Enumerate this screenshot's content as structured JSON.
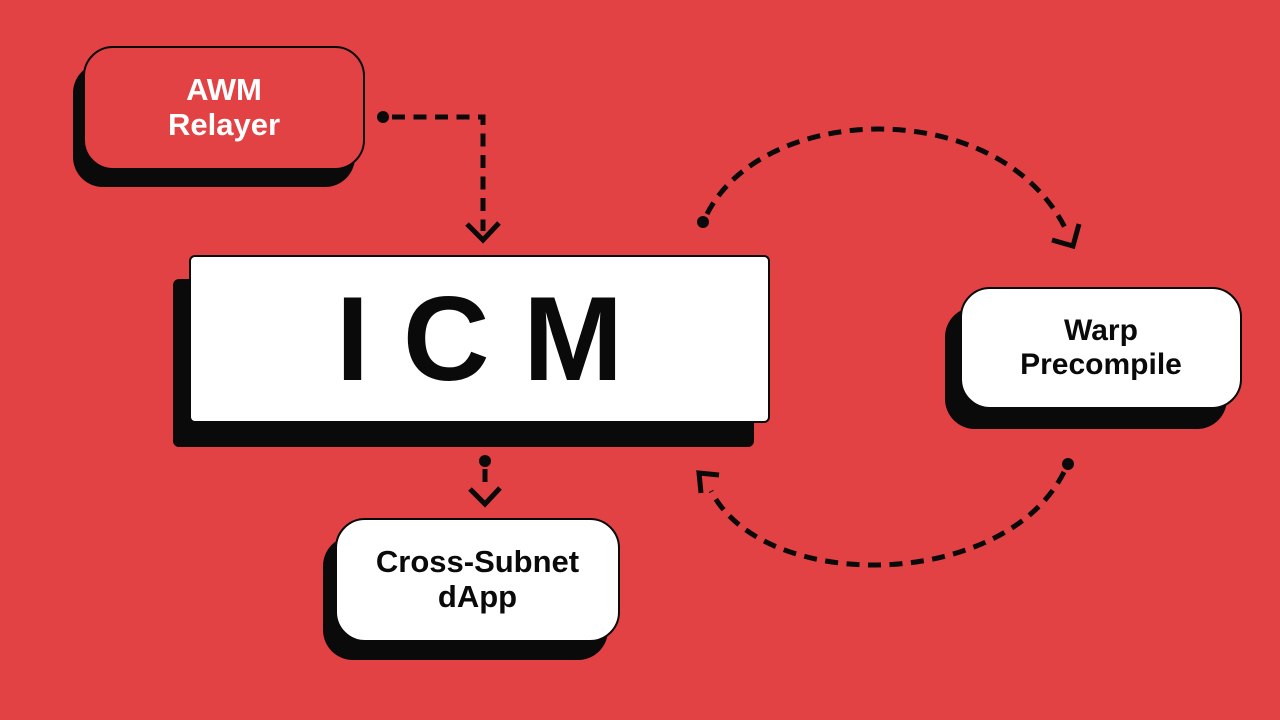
{
  "title": "ICM architecture diagram",
  "colors": {
    "background": "#E24243",
    "ink": "#0A0A0A",
    "node_white": "#FFFFFF",
    "node_red": "#E24243",
    "text_on_red": "#FFFFFF",
    "text_on_white": "#0A0A0A"
  },
  "nodes": {
    "awm_relayer": {
      "line1": "AWM",
      "line2": "Relayer"
    },
    "icm": {
      "label": "ICM"
    },
    "warp_precompile": {
      "line1": "Warp",
      "line2": "Precompile"
    },
    "cross_subnet_dapp": {
      "line1": "Cross-Subnet",
      "line2": "dApp"
    }
  },
  "edges": [
    {
      "from": "AWM Relayer",
      "to": "ICM",
      "style": "dashed",
      "shape": "elbow-right-then-down",
      "tail": "dot",
      "head": "open-chevron"
    },
    {
      "from": "ICM",
      "to": "Warp Precompile",
      "style": "dashed",
      "shape": "arc-over-top",
      "tail": "dot",
      "head": "open-chevron"
    },
    {
      "from": "Warp Precompile",
      "to": "ICM",
      "style": "dashed",
      "shape": "arc-under-bottom",
      "tail": "dot",
      "head": "open-chevron"
    },
    {
      "from": "ICM",
      "to": "Cross-Subnet dApp",
      "style": "dashed",
      "shape": "straight-down",
      "tail": "dot",
      "head": "open-chevron"
    }
  ]
}
